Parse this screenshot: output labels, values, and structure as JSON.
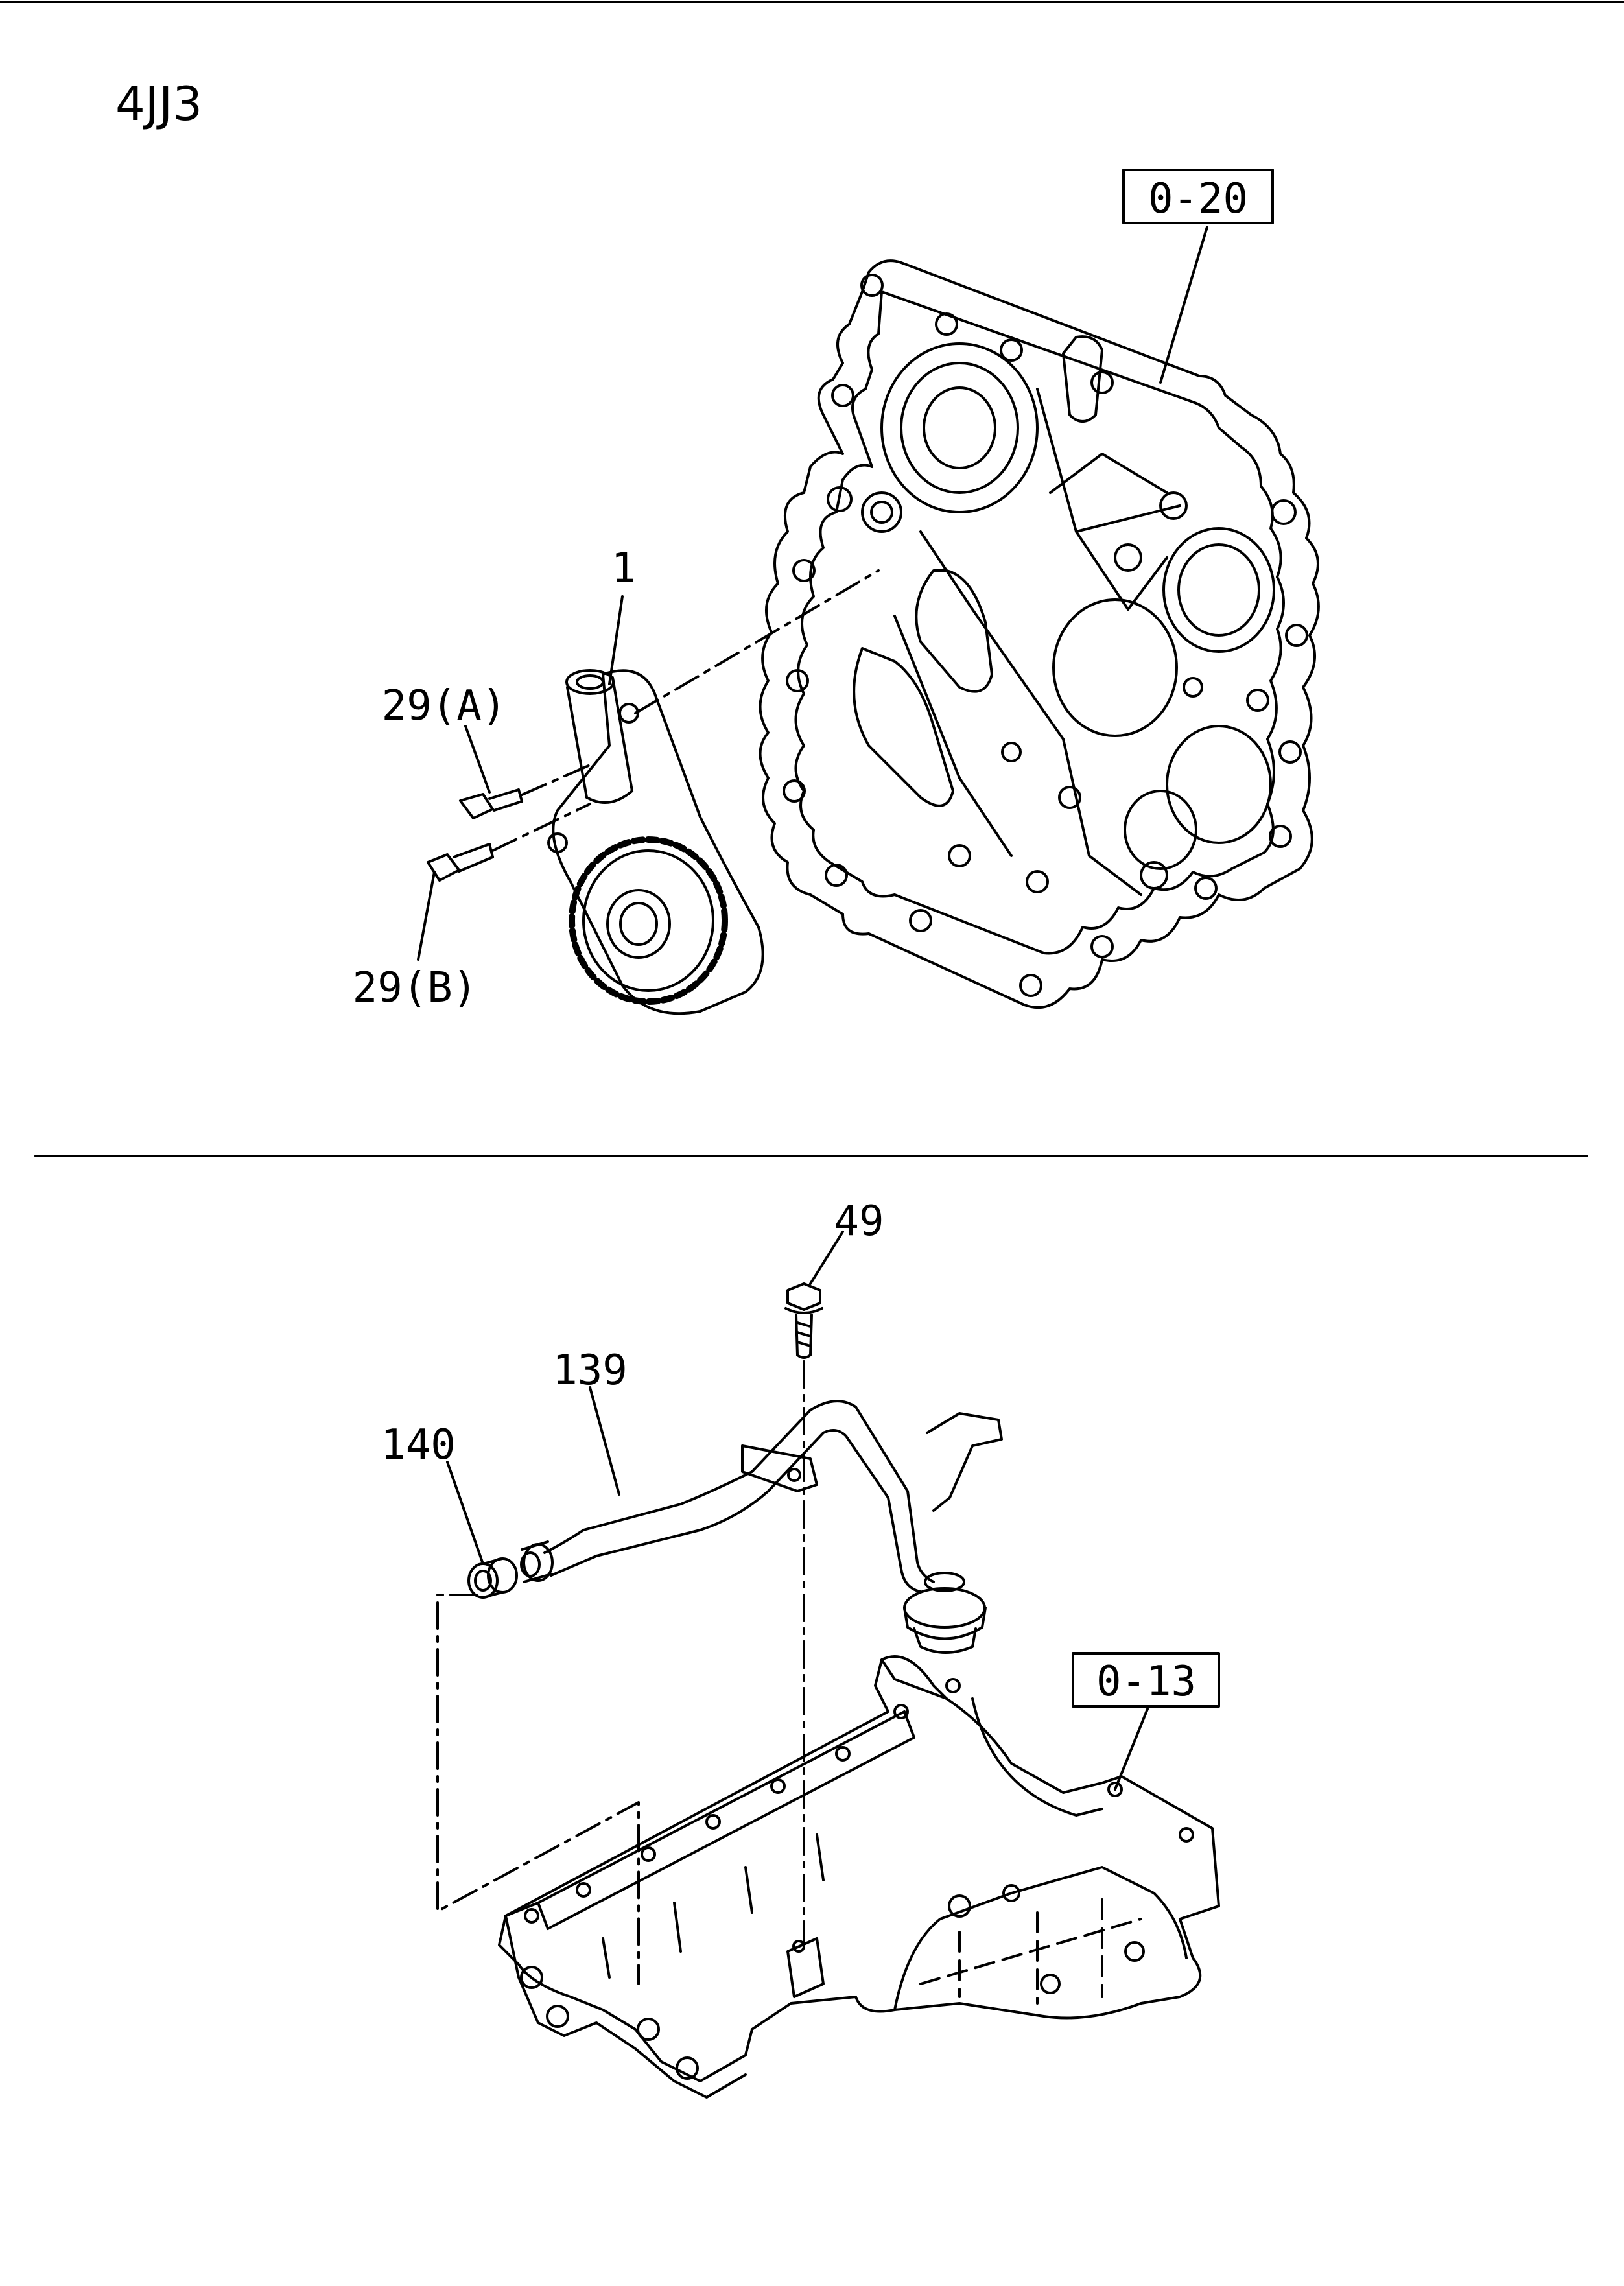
{
  "header": {
    "model": "4JJ3"
  },
  "upper": {
    "callouts": [
      "1",
      "29(A)",
      "29(B)"
    ],
    "ref_box": "0-20"
  },
  "lower": {
    "callouts": [
      "49",
      "139",
      "140"
    ],
    "ref_box": "0-13"
  }
}
